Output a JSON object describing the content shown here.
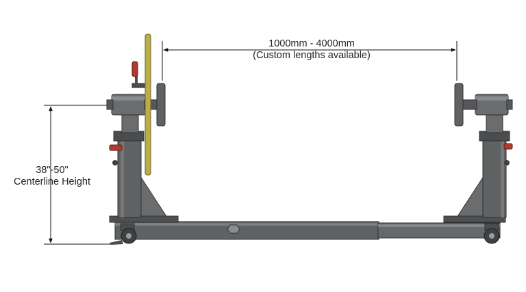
{
  "dimensions": {
    "length_range": "1000mm - 4000mm",
    "length_note": "(Custom lengths available)",
    "height_range": "38\"-50\"",
    "height_note": "Centerline Height"
  },
  "colors": {
    "frame": "#5f6163",
    "frame_dark": "#3e4042",
    "frame_light": "#8a8c8e",
    "handle_red": "#b03a2e",
    "ring_gold": "#b9ad4c",
    "dimension_line": "#111111"
  }
}
